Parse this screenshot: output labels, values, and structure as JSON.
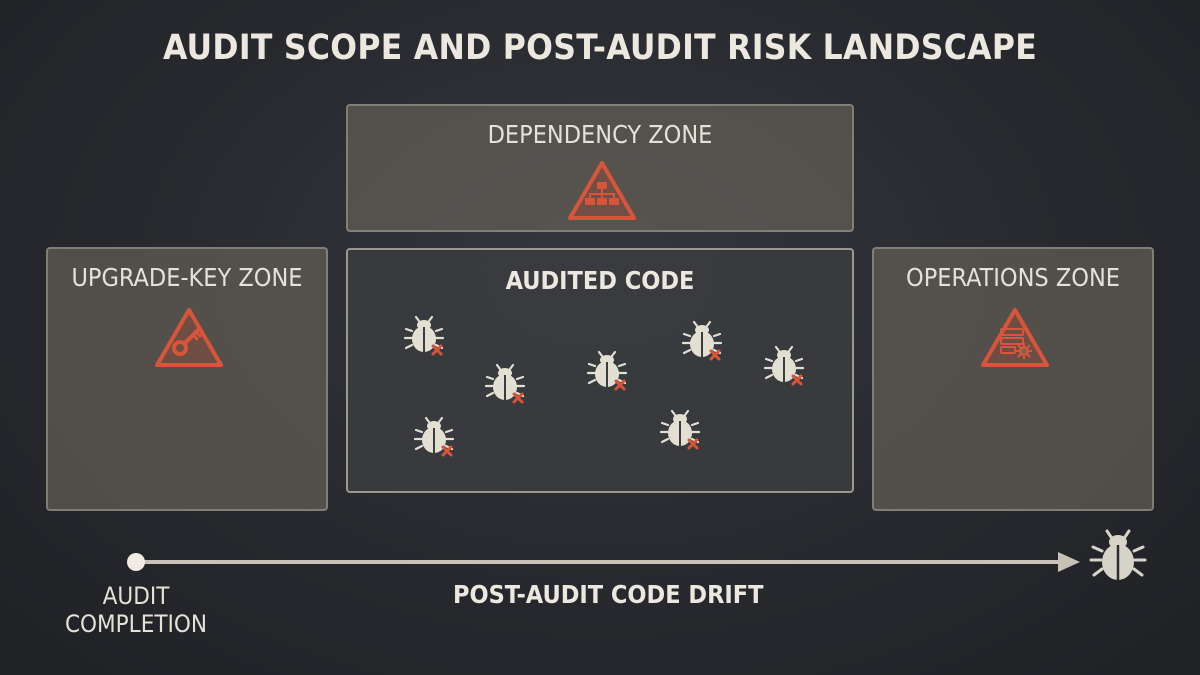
{
  "title": "AUDIT SCOPE AND POST-AUDIT RISK LANDSCAPE",
  "zones": {
    "dependency": {
      "label": "DEPENDENCY ZONE",
      "icon": "hierarchy-warning-icon"
    },
    "upgrade_key": {
      "label": "UPGRADE-KEY ZONE",
      "icon": "key-warning-icon"
    },
    "audited": {
      "label": "AUDITED CODE",
      "icon": "fixed-bug-icon"
    },
    "operations": {
      "label": "OPERATIONS ZONE",
      "icon": "server-gear-warning-icon"
    }
  },
  "timeline": {
    "start_label_line1": "AUDIT",
    "start_label_line2": "COMPLETION",
    "drift_label": "POST-AUDIT CODE DRIFT",
    "end_icon": "bug-icon"
  },
  "colors": {
    "warning": "#d9553a",
    "bug_fill": "#e4dfd3",
    "zone_fill": "#6e685e",
    "audited_fill": "#3a3c3f",
    "arrow": "#c8c2b6"
  }
}
